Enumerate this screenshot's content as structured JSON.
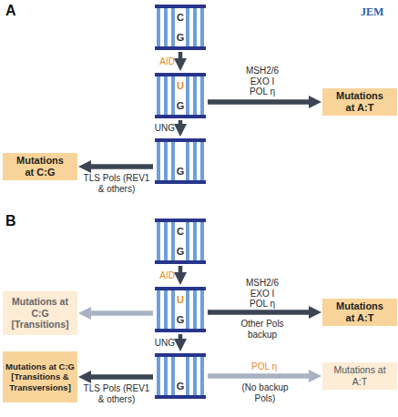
{
  "diagram": {
    "nodes": [
      {
        "text": [
          "C",
          "G"
        ]
      },
      {
        "text": [
          "U",
          "G"
        ]
      },
      {
        "text": [
          "Mutations at A:T"
        ]
      },
      {
        "text": [
          "G"
        ]
      },
      {
        "text": [
          "Mutations at C:G"
        ]
      },
      {
        "text": [
          "C",
          "G"
        ]
      },
      {
        "text": [
          "Mutations at C:G [Transitions]"
        ]
      },
      {
        "text": [
          "U",
          "G"
        ]
      },
      {
        "text": [
          "Mutations at A:T"
        ]
      },
      {
        "text": [
          "Mutations at C:G [Transitions & Transversions]"
        ]
      },
      {
        "text": [
          "G"
        ]
      },
      {
        "text": [
          "Mutations at A:T"
        ]
      }
    ],
    "edges": [
      {
        "from": 0,
        "to": 1,
        "arrow": "to",
        "label": "AID"
      },
      {
        "from": 1,
        "to": 2,
        "arrow": "to",
        "label": "MSH2/6 EXO I POL η"
      },
      {
        "from": 1,
        "to": 3,
        "arrow": "to",
        "label": "UNG"
      },
      {
        "from": 3,
        "to": 4,
        "arrow": "to",
        "label": "TLS Pols (REV1 & others)"
      },
      {
        "from": 5,
        "to": 7,
        "arrow": "to",
        "label": "AID"
      },
      {
        "from": 7,
        "to": 6,
        "arrow": "to"
      },
      {
        "from": 7,
        "to": 8,
        "arrow": "to",
        "label": "MSH2/6 EXO I POL η"
      },
      {
        "from": 7,
        "to": 10,
        "arrow": "to",
        "label": "UNG"
      },
      {
        "from": 10,
        "to": 9,
        "arrow": "to",
        "label": "TLS Pols (REV1 & others)"
      },
      {
        "from": 10,
        "to": 11,
        "arrow": "to",
        "label": "POL η"
      }
    ],
    "labels": [
      "A",
      "JEM",
      "B",
      "Other Pols backup",
      "(No backup Pols)"
    ]
  }
}
